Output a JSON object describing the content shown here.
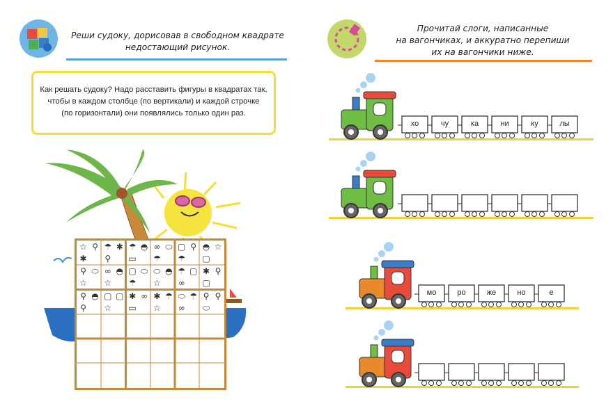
{
  "left": {
    "title_lines": [
      "Реши судоку, дорисовав в свободном квадрате",
      "недостающий рисунок."
    ],
    "info_lines": [
      "Как решать судоку? Надо расставить фигуры в квадратах так,",
      "чтобы в каждом столбце (по вертикали) и каждой строчке",
      "(по горизонтали) они появлялись только один раз."
    ],
    "accent": "#57a4dc",
    "info_border": "#f5dc3a",
    "sudoku_icons": [
      "star",
      "glass",
      "palm",
      "umbrella",
      "palm",
      "glass",
      "umbrella",
      "shell",
      "cart",
      "goggles",
      "sandal",
      "umbrella",
      "bag",
      "glass",
      "umbrella",
      "shell",
      "star",
      "bag",
      "glass",
      "sandal",
      "star",
      "goggles",
      "shell",
      "star",
      "bag",
      "sandal",
      "umbrella",
      "sandal",
      "shell",
      "star",
      "umbrella",
      "bag",
      "goggles",
      "palm",
      "glass",
      "bag",
      "glass",
      "shell",
      "glass",
      "bag",
      "bag",
      "star",
      "palm",
      "goggles",
      "cart",
      "palm",
      "umbrella",
      "star",
      "sandal",
      "umbrella",
      "goggles",
      "glass",
      "glass",
      "sandal"
    ]
  },
  "right": {
    "title_lines": [
      "Прочитай слоги, написанные",
      "на вагончиках, и аккуратно перепиши",
      "их на вагончики ниже."
    ],
    "accent": "#e8892b",
    "trains": [
      {
        "syllables": [
          "хо",
          "чу",
          "ка",
          "ни",
          "ку",
          "лы"
        ],
        "color": "green"
      },
      {
        "syllables": [
          "",
          "",
          "",
          "",
          "",
          ""
        ],
        "color": "green"
      },
      {
        "syllables": [
          "мо",
          "ро",
          "же",
          "но",
          "е"
        ],
        "color": "red"
      },
      {
        "syllables": [
          "",
          "",
          "",
          "",
          ""
        ],
        "color": "red"
      }
    ]
  }
}
